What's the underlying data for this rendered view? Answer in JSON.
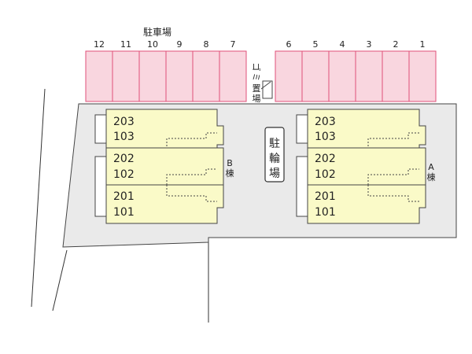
{
  "parking": {
    "title": "駐車場",
    "left_spaces": [
      "12",
      "11",
      "10",
      "9",
      "8",
      "7"
    ],
    "right_spaces": [
      "6",
      "5",
      "4",
      "3",
      "2",
      "1"
    ],
    "fill_color": "#f9d6df",
    "stroke_color": "#e0507a"
  },
  "garbage": {
    "label_chars": [
      "ゴ",
      "ミ",
      "置",
      "場"
    ]
  },
  "bicycle": {
    "label_chars": [
      "駐",
      "輪",
      "場"
    ]
  },
  "building_b": {
    "name_chars": [
      "B",
      "棟"
    ],
    "rooms": [
      [
        "203",
        "103"
      ],
      [
        "202",
        "102"
      ],
      [
        "201",
        "101"
      ]
    ]
  },
  "building_a": {
    "name_chars": [
      "A",
      "棟"
    ],
    "rooms": [
      [
        "203",
        "103"
      ],
      [
        "202",
        "102"
      ],
      [
        "201",
        "101"
      ]
    ]
  },
  "colors": {
    "building_fill": "#fafac8",
    "lot_fill": "#eaeaea",
    "line": "#444444"
  }
}
